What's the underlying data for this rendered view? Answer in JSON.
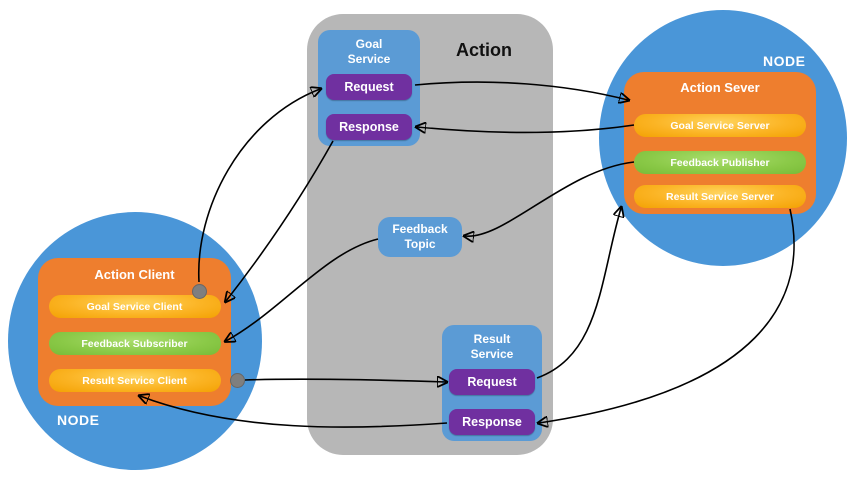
{
  "center_panel": {
    "title": "Action",
    "goal_service": {
      "title": "Goal Service",
      "request": "Request",
      "response": "Response"
    },
    "feedback_topic": {
      "title": "Feedback Topic"
    },
    "result_service": {
      "title": "Result Service",
      "request": "Request",
      "response": "Response"
    }
  },
  "client_node": {
    "node_label": "NODE",
    "title": "Action Client",
    "items": [
      {
        "label": "Goal Service Client",
        "color": "orange"
      },
      {
        "label": "Feedback Subscriber",
        "color": "green"
      },
      {
        "label": "Result Service Client",
        "color": "orange"
      }
    ]
  },
  "server_node": {
    "node_label": "NODE",
    "title": "Action Sever",
    "items": [
      {
        "label": "Goal Service Server",
        "color": "orange"
      },
      {
        "label": "Feedback Publisher",
        "color": "green"
      },
      {
        "label": "Result Service Server",
        "color": "orange"
      }
    ]
  },
  "colors": {
    "node_circle_blue": "#4a96d8",
    "service_box_blue": "#5b9bd5",
    "action_box_orange": "#ee7e2e",
    "pill_orange": "#fbb424",
    "pill_green": "#8ac947",
    "button_purple": "#7030a0",
    "panel_gray": "#b7b7b7",
    "dot_gray": "#7f7f7f",
    "arrow_black": "#000000"
  }
}
